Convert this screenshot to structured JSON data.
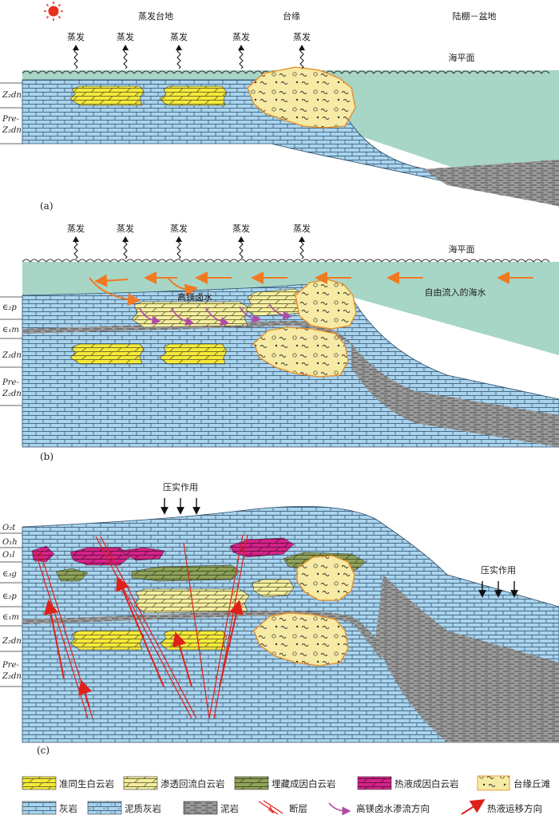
{
  "panels": {
    "a": {
      "label": "(a)",
      "header": [
        "蒸发台地",
        "台缘",
        "陆棚－盆地"
      ],
      "evap": [
        "蒸发",
        "蒸发",
        "蒸发",
        "蒸发",
        "蒸发"
      ],
      "sea_level": "海平面",
      "strata": [
        "Z₂dn",
        "Pre-",
        "Z₂dn"
      ]
    },
    "b": {
      "label": "(b)",
      "evap": [
        "蒸发",
        "蒸发",
        "蒸发",
        "蒸发",
        "蒸发"
      ],
      "sea_level": "海平面",
      "brine": "高镁卤水",
      "inflow": "自由流入的海水",
      "strata": [
        "∈₂p",
        "∈₁m",
        "Z₂dn",
        "Pre-",
        "Z₂dn"
      ]
    },
    "c": {
      "label": "(c)",
      "compaction_left": "压实作用",
      "compaction_right": "压实作用",
      "strata": [
        "O₂t",
        "O₁h",
        "O₁l",
        "∈₃g",
        "∈₂p",
        "∈₁m",
        "Z₂dn",
        "Pre-",
        "Z₂dn"
      ]
    }
  },
  "legend": [
    {
      "name": "准同生白云岩",
      "swatch": "yellow-dolomite"
    },
    {
      "name": "渗透回流白云岩",
      "swatch": "pale-dolomite"
    },
    {
      "name": "埋藏成因白云岩",
      "swatch": "olive-dolomite"
    },
    {
      "name": "热液成因白云岩",
      "swatch": "magenta-dolomite"
    },
    {
      "name": "台缘丘滩",
      "swatch": "mound"
    },
    {
      "name": "灰岩",
      "swatch": "limestone"
    },
    {
      "name": "泥质灰岩",
      "swatch": "muddy-limestone"
    },
    {
      "name": "泥岩",
      "swatch": "mudstone"
    },
    {
      "name": "断层",
      "swatch": "fault"
    },
    {
      "name": "高镁卤水渗流方向",
      "swatch": "brine-arrow"
    },
    {
      "name": "热液运移方向",
      "swatch": "hydro-arrow"
    }
  ],
  "colors": {
    "limestone": "#a9d4ee",
    "sea": "#a7d6c7",
    "mudstone": "#9a9a9a",
    "yellow_dolomite": "#f6ea3a",
    "pale_dolomite": "#f5eea0",
    "olive_dolomite": "#8fa25a",
    "magenta_dolomite": "#d4238a",
    "mound": "#f6eaa4",
    "arrow_orange": "#f07a22",
    "arrow_red": "#e0201a",
    "arrow_purple": "#b04aa8"
  }
}
